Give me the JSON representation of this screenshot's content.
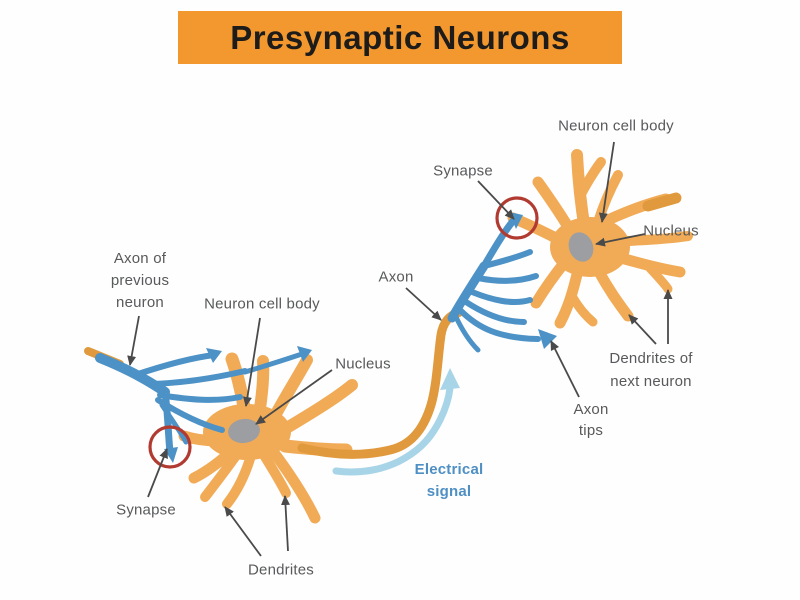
{
  "header": {
    "title": "Presynaptic Neurons"
  },
  "diagram": {
    "labels": {
      "axon_of_previous_neuron": "Axon of\nprevious\nneuron",
      "neuron_cell_body_left": "Neuron cell body",
      "nucleus_left": "Nucleus",
      "synapse_left": "Synapse",
      "dendrites_left": "Dendrites",
      "axon": "Axon",
      "synapse_right": "Synapse",
      "neuron_cell_body_right": "Neuron cell body",
      "nucleus_right": "Nucleus",
      "dendrites_of_next_neuron": "Dendrites of\nnext neuron",
      "axon_tips": "Axon\ntips",
      "electrical_signal": "Electrical\nsignal"
    }
  },
  "colors": {
    "background": "#FEFEFE",
    "banner": "#F2982E",
    "title_text": "#1D1C1A",
    "label_text": "#58595B",
    "arrow": "#4A4A4A",
    "neuron_body_orange": "#F1AB57",
    "axon_orange": "#E0993C",
    "terminal_blue": "#4D92C6",
    "signal_light_blue": "#A8D4E8",
    "electrical_text_blue": "#4E8FC4",
    "nucleus_gray": "#9C9EA1",
    "synapse_ring_red": "#B23B31"
  }
}
